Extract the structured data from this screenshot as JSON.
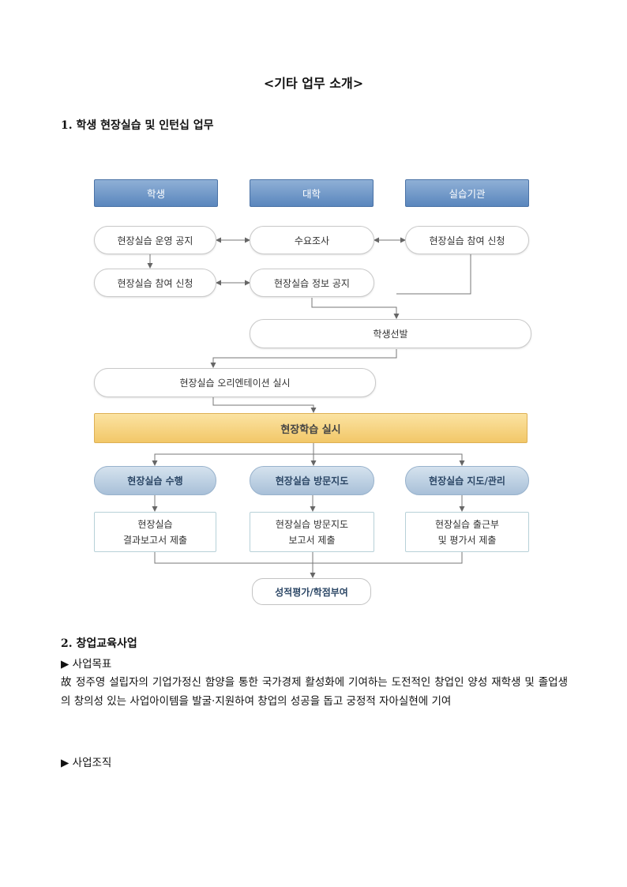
{
  "title": "<기타 업무 소개>",
  "section1": {
    "heading": "1. 학생 현장실습 및 인턴십 업무",
    "flow": {
      "headers": [
        "학생",
        "대학",
        "실습기관"
      ],
      "student_notice": "현장실습 운영 공지",
      "survey": "수요조사",
      "org_apply": "현장실습 참여 신청",
      "student_apply": "현장실습 참여 신청",
      "info_notice": "현장실습 정보 공지",
      "selection": "학생선발",
      "orientation": "현장실습 오리엔테이션 실시",
      "main": "현장학습 실시",
      "branches": [
        "현장실습 수행",
        "현장실습 방문지도",
        "현장실습 지도/관리"
      ],
      "reports": [
        [
          "현장실습",
          "결과보고서 제출"
        ],
        [
          "현장실습 방문지도",
          "보고서 제출"
        ],
        [
          "현장실습 출근부",
          "및 평가서 제출"
        ]
      ],
      "final": "성적평가/학점부여"
    }
  },
  "section2": {
    "heading": "2. 창업교육사업",
    "bullet1": "▶ 사업목표",
    "paragraph": "故 정주영 설립자의 기업가정신 함양을 통한 국가경제 활성화에 기여하는 도전적인 창업인 양성 재학생 및 졸업생의 창의성 있는 사업아이템을 발굴·지원하여 창업의 성공을 돕고 궁정적 자아실현에 기여",
    "bullet2": "▶ 사업조직"
  }
}
